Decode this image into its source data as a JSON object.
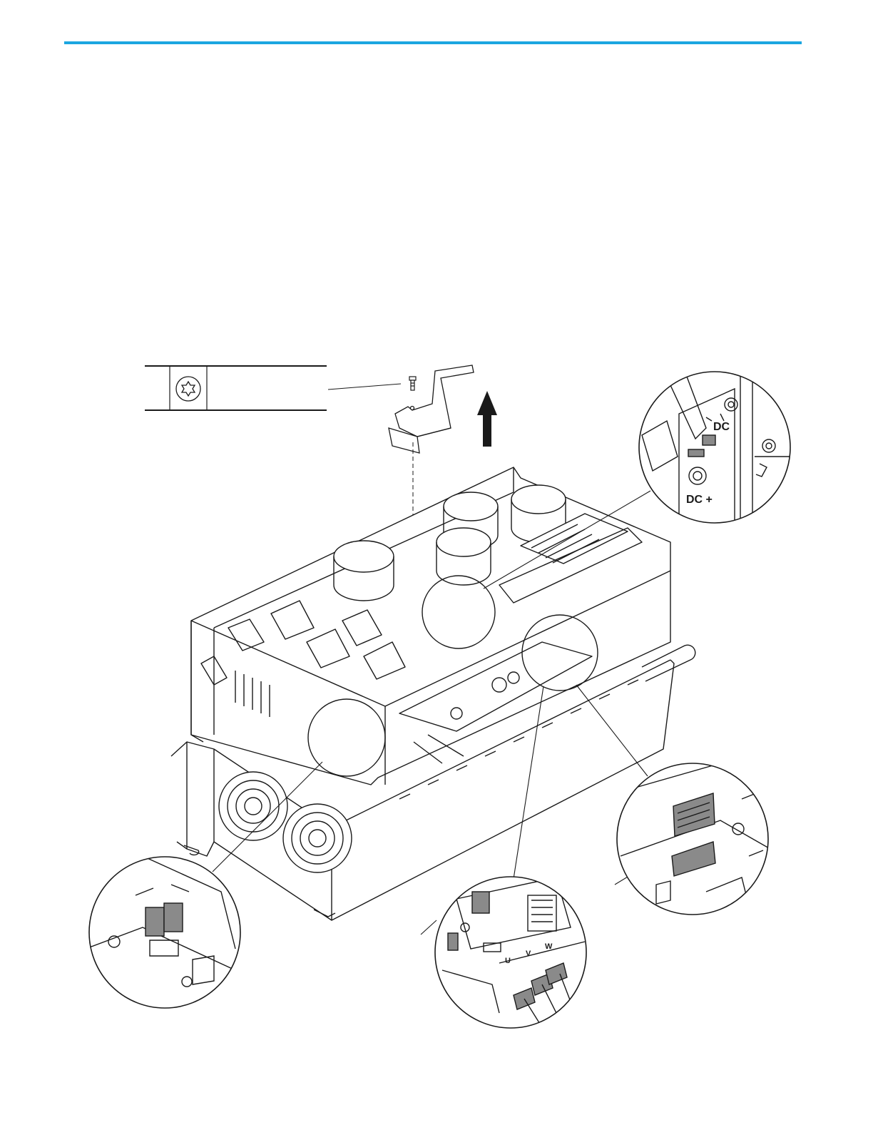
{
  "colors": {
    "accent_rule": "#1ba6e0",
    "line": "#1a1a1a",
    "connector_fill": "#8a8a8a",
    "arrow_fill": "#1a1a1a"
  },
  "icons": {
    "tool_symbol": "torx-screwdriver-icon",
    "removal_direction": "up-arrow-icon"
  },
  "labels": {
    "dc_top": "DC",
    "dc_bottom": "DC +",
    "terminal_u": "U",
    "terminal_v": "V",
    "terminal_w": "W"
  }
}
